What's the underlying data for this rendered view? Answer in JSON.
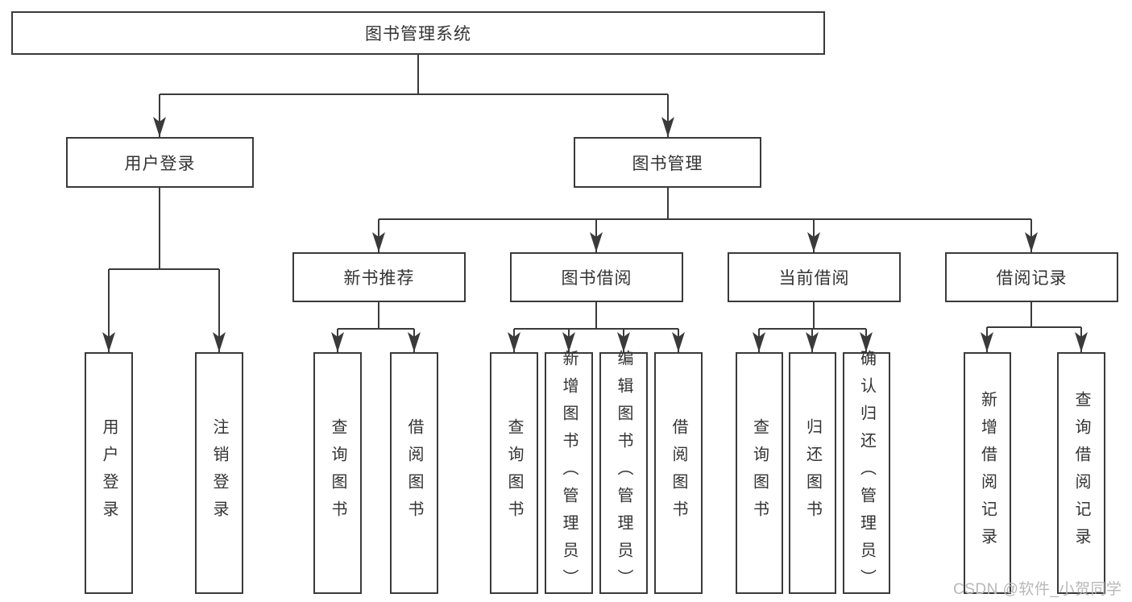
{
  "diagram": {
    "type": "hierarchy",
    "colors": {
      "line": "#3a3a3a",
      "text": "#333333",
      "node_background": "#ffffff",
      "page_background": "#ffffff",
      "watermark": "#b8b8b8"
    },
    "tree": {
      "label": "图书管理系统",
      "children": [
        {
          "label": "用户登录",
          "children": [
            {
              "label": "用户登录"
            },
            {
              "label": "注销登录"
            }
          ]
        },
        {
          "label": "图书管理",
          "children": [
            {
              "label": "新书推荐",
              "children": [
                {
                  "label": "查询图书"
                },
                {
                  "label": "借阅图书"
                }
              ]
            },
            {
              "label": "图书借阅",
              "children": [
                {
                  "label": "查询图书"
                },
                {
                  "label": "新增图书（管理员）"
                },
                {
                  "label": "编辑图书（管理员）"
                },
                {
                  "label": "借阅图书"
                }
              ]
            },
            {
              "label": "当前借阅",
              "children": [
                {
                  "label": "查询图书"
                },
                {
                  "label": "归还图书"
                },
                {
                  "label": "确认归还（管理员）"
                }
              ]
            },
            {
              "label": "借阅记录",
              "children": [
                {
                  "label": "新增借阅记录"
                },
                {
                  "label": "查询借阅记录"
                }
              ]
            }
          ]
        }
      ]
    }
  },
  "watermark": {
    "text": "CSDN @软件_小贺同学"
  }
}
